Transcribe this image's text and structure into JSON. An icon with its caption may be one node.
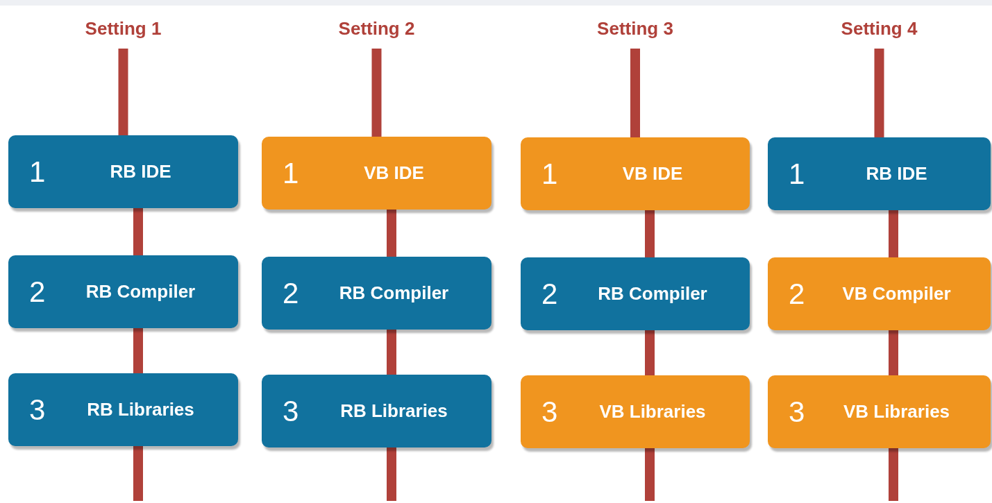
{
  "diagram": {
    "nodes": [
      {
        "text": [
          "Setting 1"
        ]
      },
      {
        "text": [
          "1",
          "RB IDE"
        ]
      },
      {
        "text": [
          "2",
          "RB Compiler"
        ]
      },
      {
        "text": [
          "3",
          "RB Libraries"
        ]
      },
      {
        "text": [
          "Setting 2"
        ]
      },
      {
        "text": [
          "1",
          "VB IDE"
        ]
      },
      {
        "text": [
          "2",
          "RB Compiler"
        ]
      },
      {
        "text": [
          "3",
          "RB Libraries"
        ]
      },
      {
        "text": [
          "Setting 3"
        ]
      },
      {
        "text": [
          "1",
          "VB IDE"
        ]
      },
      {
        "text": [
          "2",
          "RB Compiler"
        ]
      },
      {
        "text": [
          "3",
          "VB Libraries"
        ]
      },
      {
        "text": [
          "Setting 4"
        ]
      },
      {
        "text": [
          "1",
          "RB IDE"
        ]
      },
      {
        "text": [
          "2",
          "VB Compiler"
        ]
      },
      {
        "text": [
          "3",
          "VB Libraries"
        ]
      }
    ],
    "edges": [
      {
        "from": 0,
        "to": 1,
        "arrow": "none"
      },
      {
        "from": 1,
        "to": 2,
        "arrow": "none"
      },
      {
        "from": 2,
        "to": 3,
        "arrow": "none"
      },
      {
        "from": 3,
        "to": null,
        "arrow": "none"
      },
      {
        "from": 4,
        "to": 5,
        "arrow": "none"
      },
      {
        "from": 5,
        "to": 6,
        "arrow": "none"
      },
      {
        "from": 6,
        "to": 7,
        "arrow": "none"
      },
      {
        "from": 7,
        "to": null,
        "arrow": "none"
      },
      {
        "from": 8,
        "to": 9,
        "arrow": "none"
      },
      {
        "from": 9,
        "to": 10,
        "arrow": "none"
      },
      {
        "from": 10,
        "to": 11,
        "arrow": "none"
      },
      {
        "from": 11,
        "to": null,
        "arrow": "none"
      },
      {
        "from": 12,
        "to": 13,
        "arrow": "none"
      },
      {
        "from": 13,
        "to": 14,
        "arrow": "none"
      },
      {
        "from": 14,
        "to": 15,
        "arrow": "none"
      },
      {
        "from": 15,
        "to": null,
        "arrow": "none"
      }
    ]
  }
}
